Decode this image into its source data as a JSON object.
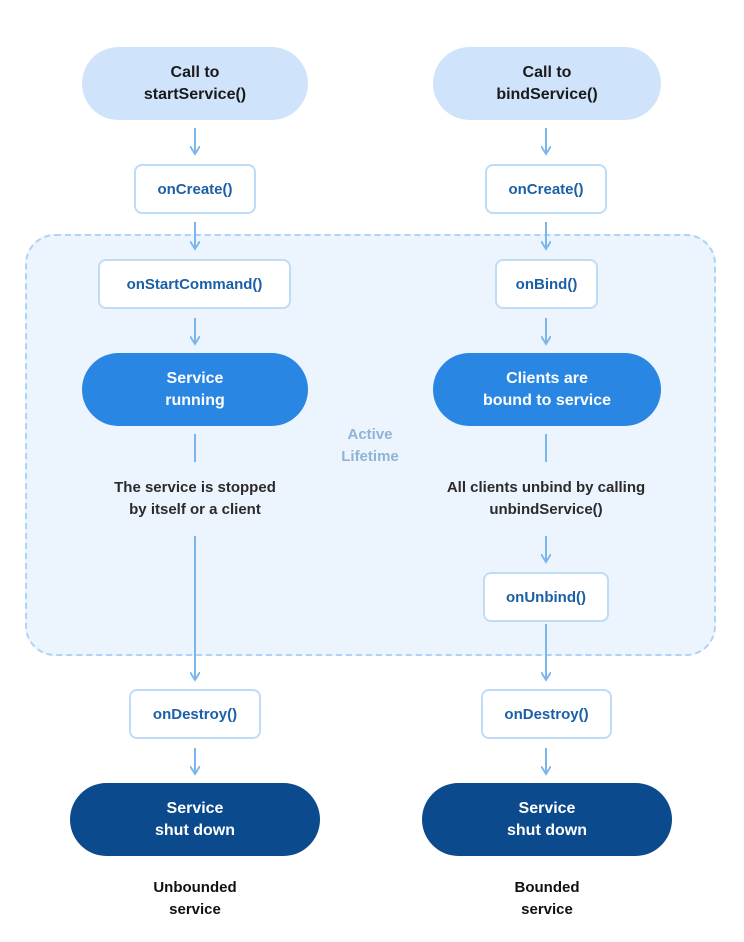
{
  "colors": {
    "start_fill": "#cfe4fb",
    "active_fill": "#2a86e3",
    "end_fill": "#0b4a8d",
    "box_border": "#bfdcf6",
    "box_text": "#1b5fa6",
    "arrow": "#7ab5ec",
    "zone_fill": "#ecf4fd",
    "zone_border": "#aed3f7",
    "zone_text": "#8fb4d6"
  },
  "active_lifetime": {
    "label": "Active\nLifetime"
  },
  "unbounded": {
    "start": "Call to\nstartService()",
    "on_create": "onCreate()",
    "on_start_command": "onStartCommand()",
    "running": "Service\nrunning",
    "stop_note": "The service is stopped\nby itself or a client",
    "on_destroy": "onDestroy()",
    "shut_down": "Service\nshut down",
    "caption": "Unbounded\nservice"
  },
  "bounded": {
    "start": "Call to\nbindService()",
    "on_create": "onCreate()",
    "on_bind": "onBind()",
    "clients_bound": "Clients are\nbound to service",
    "unbind_note": "All clients unbind by calling\nunbindService()",
    "on_unbind": "onUnbind()",
    "on_destroy": "onDestroy()",
    "shut_down": "Service\nshut down",
    "caption": "Bounded\nservice"
  }
}
